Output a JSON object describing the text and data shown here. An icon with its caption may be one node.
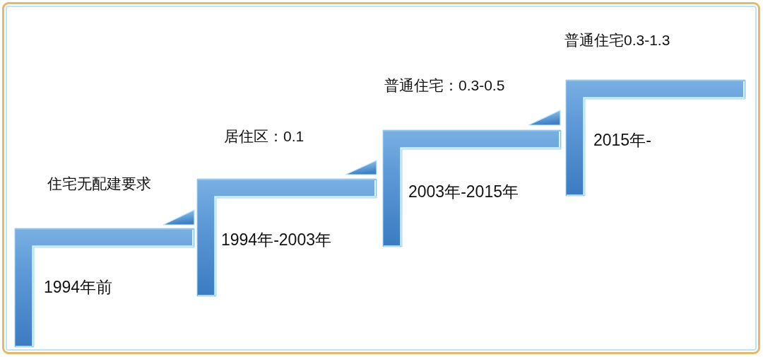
{
  "diagram": {
    "nodes": [
      {
        "text": [
          "1994年前"
        ],
        "beside": [
          "住宅无配建要求"
        ]
      },
      {
        "text": [
          "1994年-2003年"
        ],
        "beside": [
          "居住区：0.1"
        ]
      },
      {
        "text": [
          "2003年-2015年"
        ],
        "beside": [
          "普通住宅：0.3-0.5"
        ]
      },
      {
        "text": [
          "2015年-"
        ],
        "beside": [
          "普通住宅0.3-1.3"
        ]
      }
    ]
  }
}
